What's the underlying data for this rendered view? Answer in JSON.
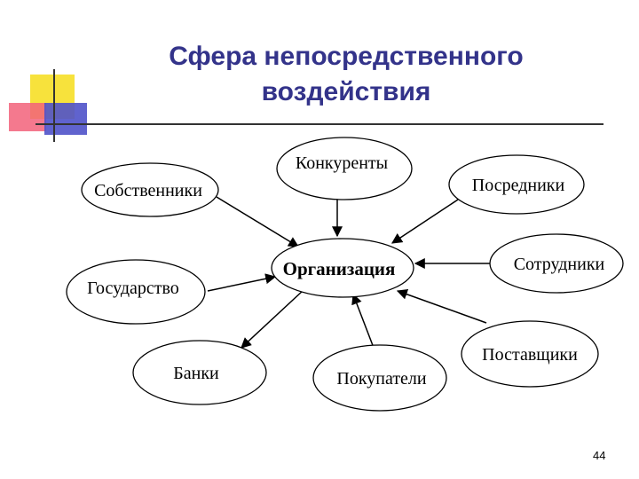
{
  "title": "Сфера непосредственного воздействия",
  "nodes": {
    "center": "Организация",
    "competitors": "Конкуренты",
    "owners": "Собственники",
    "intermediaries": "Посредники",
    "state": "Государство",
    "employees": "Сотрудники",
    "banks": "Банки",
    "buyers": "Покупатели",
    "suppliers": "Поставщики"
  },
  "page_number": "44"
}
